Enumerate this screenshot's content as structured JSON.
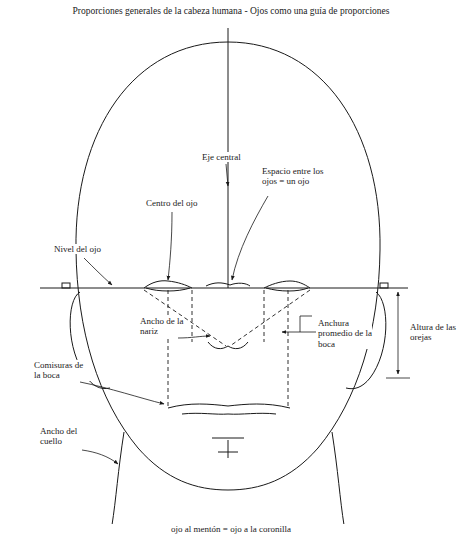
{
  "diagram": {
    "title": "Proporciones generales de la cabeza humana - Ojos como una guía de proporciones",
    "caption": "ojo al mentón = ojo a la coronilla",
    "labels": [
      "Eje central",
      "Espacio entre los ojos = un ojo",
      "Nivel del ojo",
      "Centro del ojo",
      "Ancho de la nariz",
      "Anchura promedio de la boca",
      "Comisuras de la boca",
      "Altura de las orejas",
      "Ancho del cuello"
    ]
  }
}
